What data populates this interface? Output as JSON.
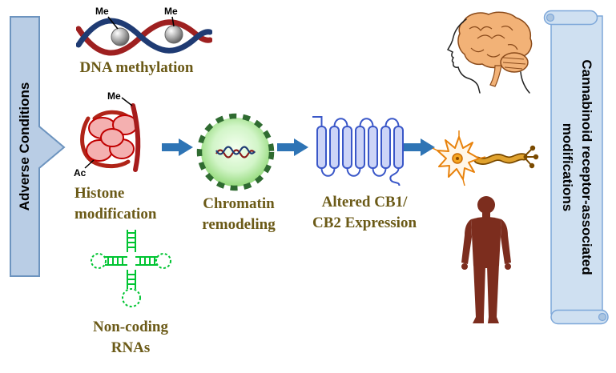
{
  "left_banner": {
    "label": "Adverse Conditions"
  },
  "right_banner": {
    "label": "Cannabinoid receptor-associated modifications"
  },
  "nodes": {
    "dna_methylation": {
      "label": "DNA methylation",
      "tag1": "Me",
      "tag2": "Me"
    },
    "histone": {
      "line1": "Histone",
      "line2": "modification",
      "tag_me": "Me",
      "tag_ac": "Ac"
    },
    "noncoding_rna": {
      "line1": "Non-coding",
      "line2": "RNAs"
    },
    "chromatin": {
      "line1": "Chromatin",
      "line2": "remodeling"
    },
    "receptor": {
      "line1": "Altered CB1/",
      "line2": "CB2 Expression"
    }
  },
  "colors": {
    "banner_fill": "#b9cde5",
    "banner_stroke": "#6d94bf",
    "arrow_blue": "#2e74b5",
    "label_text": "#6b5a17",
    "scroll_fill": "#cfe0f1",
    "scroll_stroke": "#7da7d9",
    "dna_red": "#9e2020",
    "dna_blue": "#1f3b73",
    "histone_pink": "#f4b0b0",
    "histone_red": "#c00000",
    "rna_green": "#00c432",
    "chromatin_green": "#86d36a",
    "chromatin_rim": "#2f6b31",
    "receptor_blue": "#3a57c8",
    "receptor_fill": "#ccd4f7",
    "neuron_orange": "#e8820c",
    "axon_gold": "#b8860b",
    "body_brown": "#7c2d1e",
    "brain_tan": "#f2b277"
  }
}
